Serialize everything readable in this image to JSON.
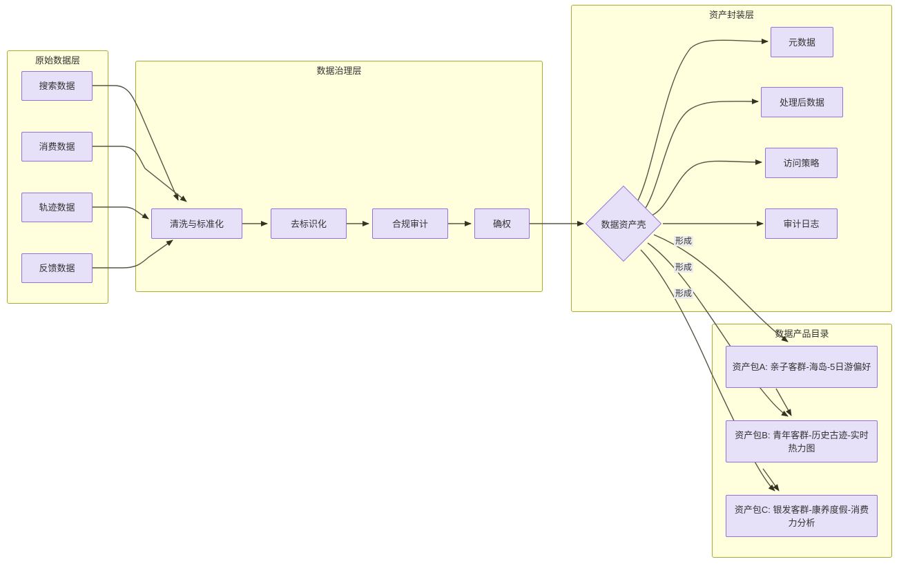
{
  "diagram": {
    "type": "flowchart",
    "title": "",
    "clusters": [
      {
        "id": "raw",
        "label": "原始数据层"
      },
      {
        "id": "gov",
        "label": "数据治理层"
      },
      {
        "id": "asset",
        "label": "资产封装层"
      },
      {
        "id": "catalog",
        "label": "数据产品目录"
      }
    ],
    "nodes": {
      "search_data": "搜索数据",
      "consume_data": "消费数据",
      "trace_data": "轨迹数据",
      "feedback_data": "反馈数据",
      "clean_std": "清洗与标准化",
      "deident": "去标识化",
      "compliance_audit": "合规审计",
      "rights": "确权",
      "asset_shell": "数据资产壳",
      "metadata": "元数据",
      "processed_data": "处理后数据",
      "access_policy": "访问策略",
      "audit_log": "审计日志",
      "package_a": "资产包A: 亲子客群-海岛-5日游偏好",
      "package_b": "资产包B: 青年客群-历史古迹-实时热力图",
      "package_c": "资产包C: 银发客群-康养度假-消费力分析"
    },
    "edge_labels": {
      "form_a": "形成",
      "form_b": "形成",
      "form_c": "形成"
    },
    "colors": {
      "cluster_fill": "#ffffde",
      "cluster_stroke": "#aaaa33",
      "node_fill": "#e6e0f8",
      "node_stroke": "#9370db",
      "edge_stroke": "#555544",
      "text": "#333333",
      "edge_label_bg": "#ebebeb"
    }
  }
}
